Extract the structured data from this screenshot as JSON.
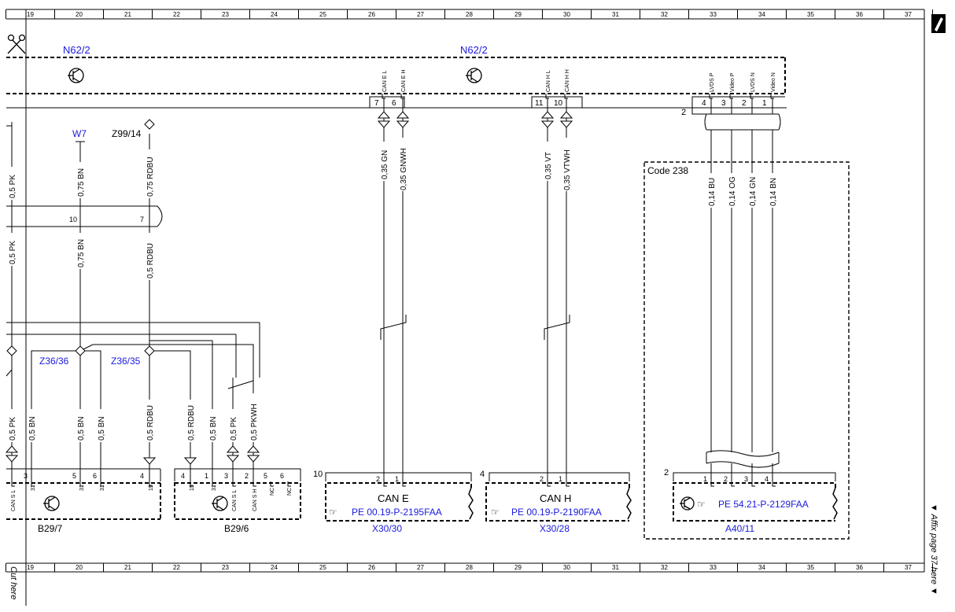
{
  "grid": {
    "columns": [
      "19",
      "20",
      "21",
      "22",
      "23",
      "24",
      "25",
      "26",
      "27",
      "28",
      "29",
      "30",
      "31",
      "32",
      "33",
      "34",
      "35",
      "36",
      "37"
    ]
  },
  "margin": {
    "cut_here": "Cut here",
    "affix_page": "▼ Affix page 37 here ▼"
  },
  "modules": {
    "n62_2_left": "N62/2",
    "n62_2_right": "N62/2",
    "w7": "W7",
    "z99_14": "Z99/14",
    "z36_36": "Z36/36",
    "z36_35": "Z36/35",
    "b29_7": "B29/7",
    "b29_6": "B29/6",
    "x30_30": "X30/30",
    "x30_28": "X30/28",
    "a40_11": "A40/11",
    "code_238": "Code 238"
  },
  "n62_pins": [
    {
      "label": "CAN E L",
      "pin": "7"
    },
    {
      "label": "CAN E H",
      "pin": "6"
    },
    {
      "label": "CAN H L",
      "pin": "11"
    },
    {
      "label": "CAN H H",
      "pin": "10"
    },
    {
      "label": "LVDS P",
      "pin": "4"
    },
    {
      "label": "Video P",
      "pin": "3"
    },
    {
      "label": "LVDS N",
      "pin": "2"
    },
    {
      "label": "Video N",
      "pin": "1"
    }
  ],
  "wires": {
    "can_e_l": "0,35 GN",
    "can_e_h": "0,35 GNWH",
    "can_h_l": "0,35 VT",
    "can_h_h": "0,35 VTWH",
    "lvds_p": "0,14 BU",
    "video_p": "0,14 OG",
    "lvds_n": "0,14 GN",
    "video_n": "0,14 BN",
    "left_pk_top": "0,5 PK",
    "left_pk_mid": "0,5 PK",
    "left_pk_bot": "0,5 PK",
    "w7_bn_top": "0,75 BN",
    "w7_bn_mid": "0,75 BN",
    "z99_rdbu_top": "0,75 RDBU",
    "z99_rdbu_mid": "0,5 RDBU",
    "b297_bn1": "0,5 BN",
    "b297_bn2": "0,5 BN",
    "b297_bn3": "0,5 BN",
    "b297_rdbu": "0,5 RDBU",
    "b296_rdbu": "0,5 RDBU",
    "b296_bn": "0,5 BN",
    "b296_pk": "0,5 PK",
    "b296_pkwh": "0,5 PKWH"
  },
  "splice_pins": {
    "w7_pin": "10",
    "z99_pin": "7"
  },
  "b29_7_pins": [
    {
      "label": "CAN S L",
      "pin": "3"
    },
    {
      "label": "31",
      "pin": ""
    },
    {
      "label": "31",
      "pin": "5"
    },
    {
      "label": "31",
      "pin": "6"
    },
    {
      "label": "15",
      "pin": "4"
    }
  ],
  "b29_6_pins": [
    {
      "label": "15",
      "pin": "4"
    },
    {
      "label": "31",
      "pin": "1"
    },
    {
      "label": "CAN S L",
      "pin": "3"
    },
    {
      "label": "CAN S H",
      "pin": "2"
    },
    {
      "label": "NC",
      "pin": "5"
    },
    {
      "label": "NC",
      "pin": "6"
    }
  ],
  "connectors": {
    "x30_30": {
      "num": "10",
      "title": "CAN E",
      "ref": "PE 00.19-P-2195FAA",
      "pins": [
        "2",
        "1"
      ]
    },
    "x30_28": {
      "num": "4",
      "title": "CAN H",
      "ref": "PE 00.19-P-2190FAA",
      "pins": [
        "2",
        "1"
      ]
    },
    "a40_11": {
      "num": "2",
      "ref": "PE 54.21-P-2129FAA",
      "pins": [
        "1",
        "2",
        "3",
        "4"
      ]
    },
    "n62_bundle": "2"
  },
  "colors": {
    "link": "#1a1adc",
    "line": "#000000"
  }
}
